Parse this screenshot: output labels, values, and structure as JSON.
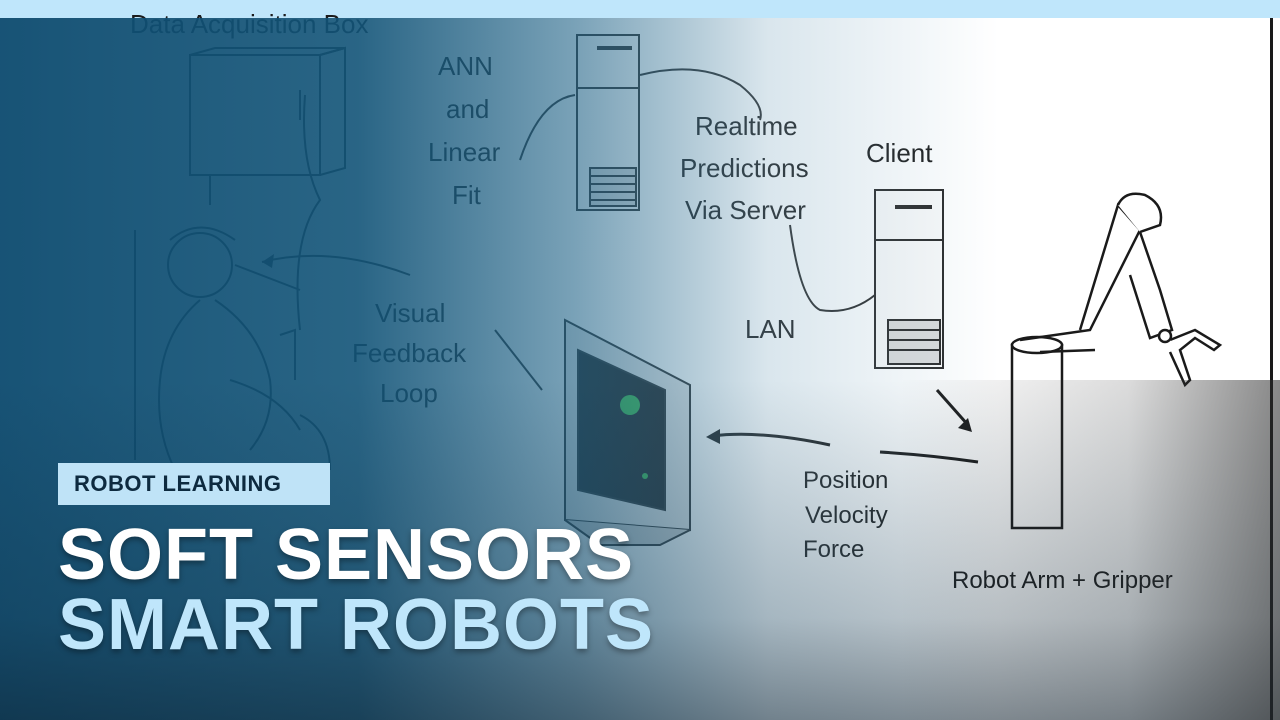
{
  "thumbnail": {
    "category": "ROBOT LEARNING",
    "title_line1": "SOFT SENSORS",
    "title_line2": "SMART ROBOTS",
    "accent_color": "#bfe6fb",
    "background_color": "#0e4c70"
  },
  "diagram": {
    "data_box_label": "Data Acquisition Box",
    "ann_label": [
      "ANN",
      "and",
      "Linear",
      "Fit"
    ],
    "realtime_label": [
      "Realtime",
      "Predictions",
      "Via Server"
    ],
    "client_label": "Client",
    "lan_label": "LAN",
    "feedback_label": [
      "Visual",
      "Feedback",
      "Loop"
    ],
    "signals_label": [
      "Position",
      "Velocity",
      "Force"
    ],
    "robot_label": "Robot Arm + Gripper"
  }
}
